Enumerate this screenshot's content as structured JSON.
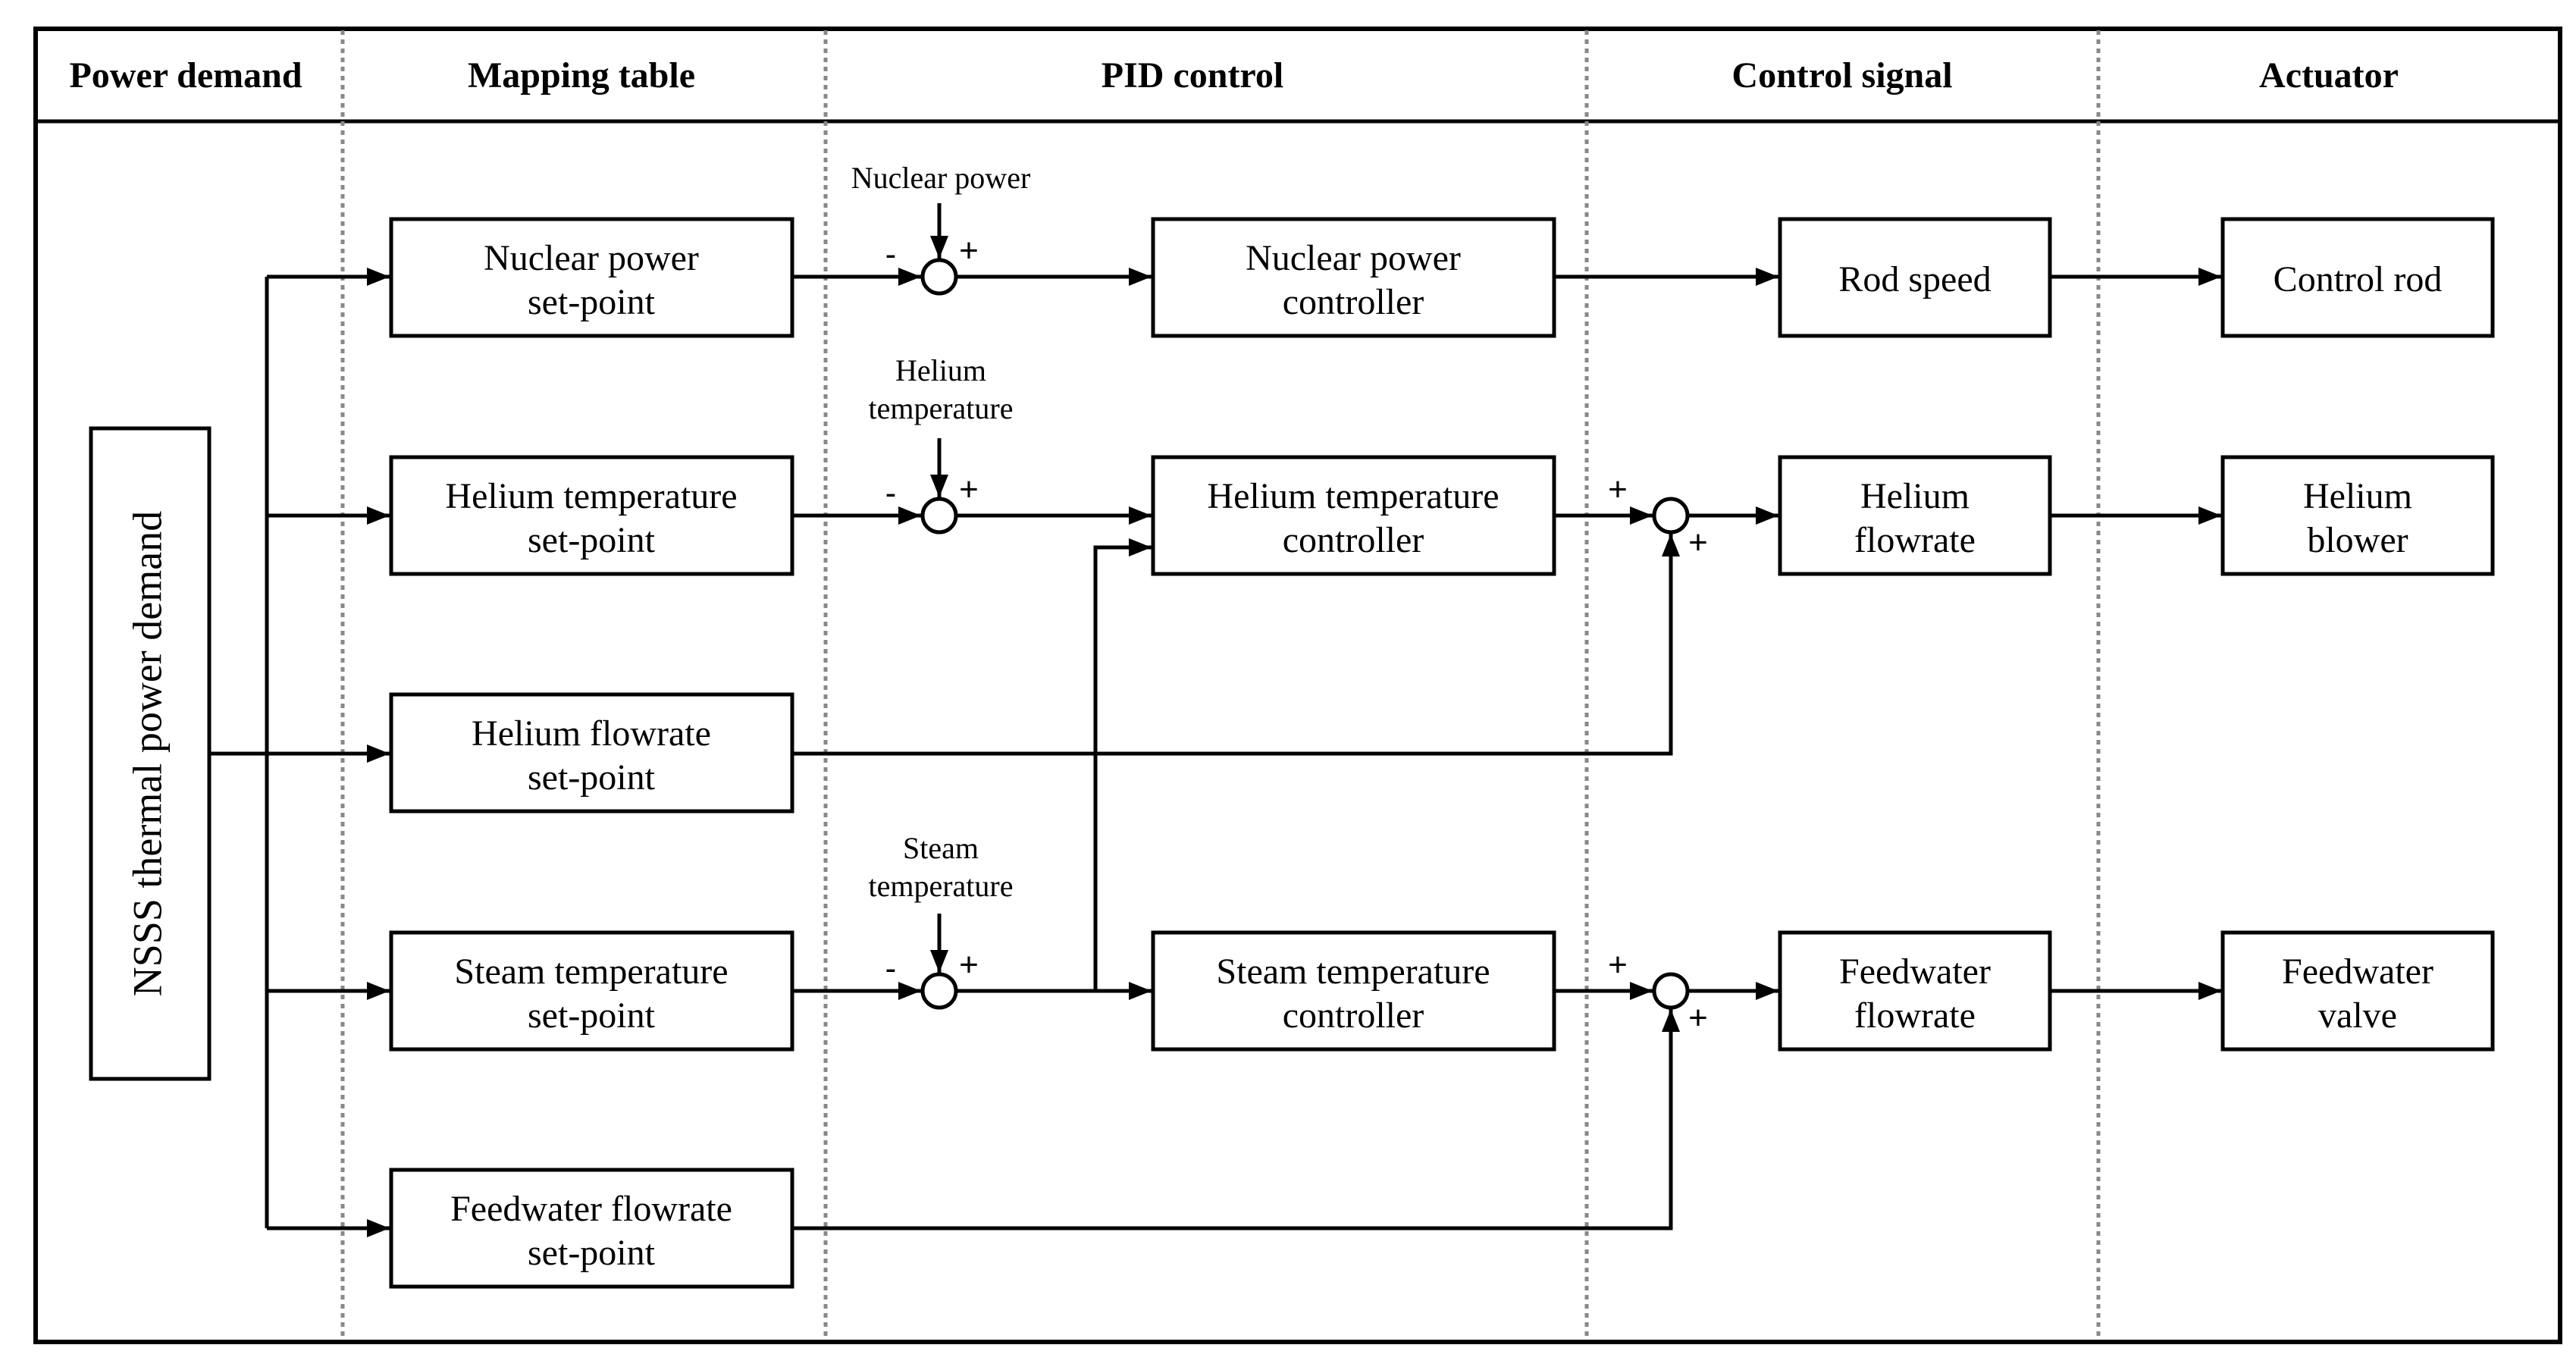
{
  "headers": {
    "power_demand": "Power demand",
    "mapping_table": "Mapping table",
    "pid_control": "PID control",
    "control_signal": "Control signal",
    "actuator": "Actuator"
  },
  "demand": {
    "label": "NSSS thermal power demand"
  },
  "setpoints": {
    "nuclear": [
      "Nuclear power",
      "set-point"
    ],
    "helium_temp": [
      "Helium temperature",
      "set-point"
    ],
    "helium_flow": [
      "Helium flowrate",
      "set-point"
    ],
    "steam_temp": [
      "Steam temperature",
      "set-point"
    ],
    "feedwater_flow": [
      "Feedwater flowrate",
      "set-point"
    ]
  },
  "feedback": {
    "nuclear": [
      "Nuclear power"
    ],
    "helium_temp": [
      "Helium",
      "temperature"
    ],
    "steam_temp": [
      "Steam",
      "temperature"
    ]
  },
  "controllers": {
    "nuclear": [
      "Nuclear power",
      "controller"
    ],
    "helium_temp": [
      "Helium temperature",
      "controller"
    ],
    "steam_temp": [
      "Steam temperature",
      "controller"
    ]
  },
  "signals": {
    "rod_speed": [
      "Rod speed"
    ],
    "helium_flowrate": [
      "Helium",
      "flowrate"
    ],
    "feedwater_flowrate": [
      "Feedwater",
      "flowrate"
    ]
  },
  "actuators": {
    "control_rod": [
      "Control rod"
    ],
    "helium_blower": [
      "Helium",
      "blower"
    ],
    "feedwater_valve": [
      "Feedwater",
      "valve"
    ]
  },
  "signs": {
    "minus": "-",
    "plus": "+"
  }
}
